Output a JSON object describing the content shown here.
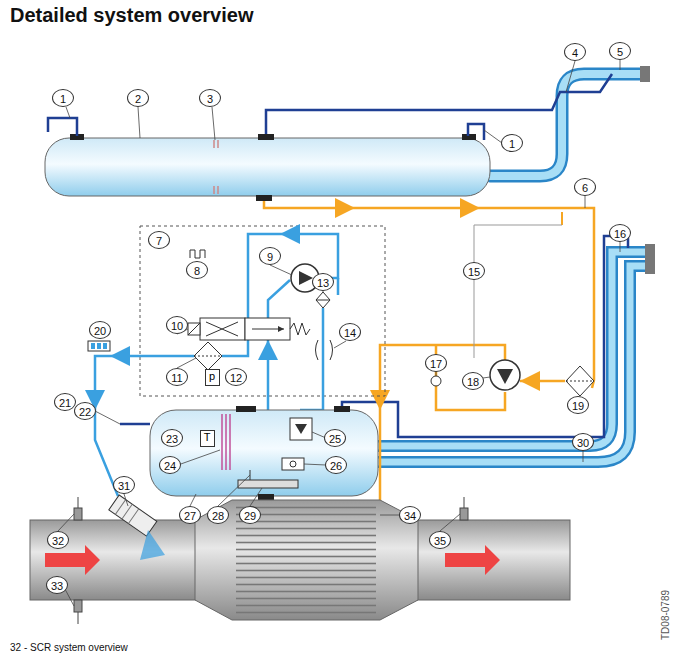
{
  "diagram": {
    "title": "Detailed system overview",
    "caption": "32 - SCR system overview",
    "nodes": [
      {
        "text": [
          "p"
        ]
      },
      {
        "text": [
          "T"
        ]
      }
    ],
    "labels": [
      "1",
      "2",
      "3",
      "4",
      "5",
      "1",
      "6",
      "7",
      "8",
      "9",
      "16",
      "15",
      "10",
      "13",
      "14",
      "11",
      "12",
      "20",
      "17",
      "18",
      "19",
      "21",
      "22",
      "23",
      "25",
      "24",
      "26",
      "27",
      "28",
      "29",
      "30",
      "31",
      "32",
      "35",
      "34",
      "33",
      "TD08-0789"
    ]
  }
}
